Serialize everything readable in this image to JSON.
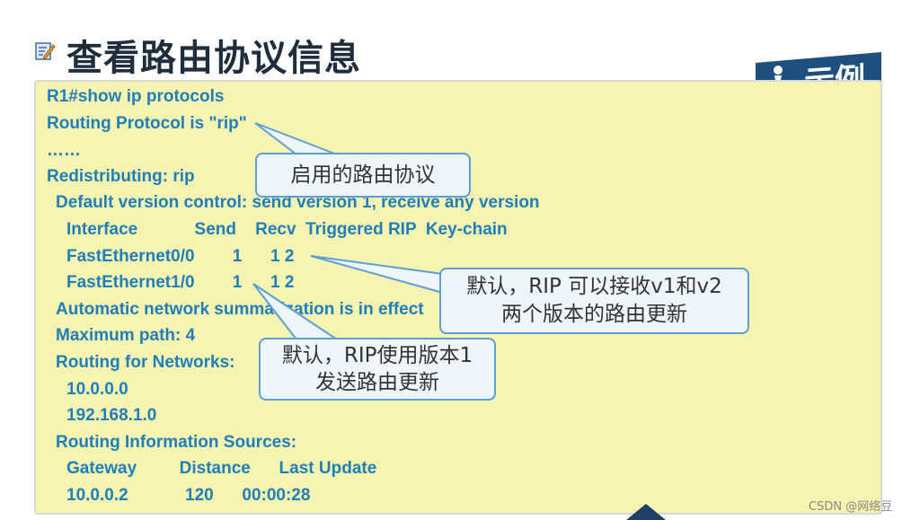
{
  "slide": {
    "title": "查看路由协议信息",
    "badge_label": "示例",
    "watermark": "CSDN @网络豆"
  },
  "console": {
    "lines": [
      "R1#show ip protocols",
      "Routing Protocol is \"rip\"",
      "……",
      "Redistributing: rip",
      "Default version control: send version 1, receive any version",
      "Interface            Send    Recv  Triggered RIP  Key-chain",
      "FastEthernet0/0        1      1 2",
      "FastEthernet1/0        1      1 2",
      "Automatic network summarization is in effect",
      "Maximum path: 4",
      "Routing for Networks:",
      "10.0.0.0",
      "192.168.1.0",
      "Routing Information Sources:",
      "Gateway         Distance      Last Update",
      "10.0.0.2            120      00:00:28"
    ]
  },
  "callouts": {
    "enable_rip": "启用的路由协议",
    "default_receive_line1": "默认，RIP 可以接收v1和v2",
    "default_receive_line2": "两个版本的路由更新",
    "default_send_line1": "默认，RIP使用版本1",
    "default_send_line2": "发送路由更新"
  },
  "colors": {
    "panel_bg": "#f7f3b0",
    "console_text": "#1f7fba",
    "callout_border": "#5b9fd6",
    "badge_bg": "#1f4f7e"
  }
}
